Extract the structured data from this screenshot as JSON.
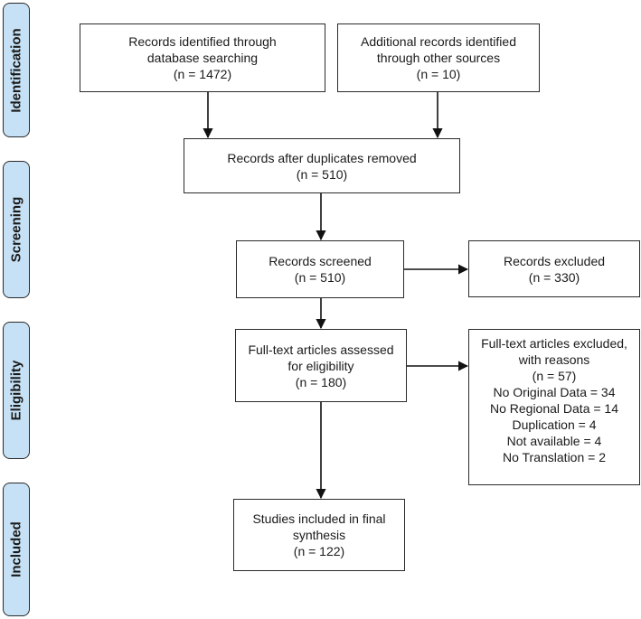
{
  "stages": {
    "identification": "Identification",
    "screening": "Screening",
    "eligibility": "Eligibility",
    "included": "Included"
  },
  "boxes": {
    "database": [
      "Records identified through",
      "database searching",
      "(n =  1472)"
    ],
    "additional": [
      "Additional records identified",
      "through other sources",
      "(n = 10)"
    ],
    "duplicates": [
      "Records after duplicates removed",
      "(n = 510)"
    ],
    "screened": [
      "Records screened",
      "(n = 510)"
    ],
    "excluded": [
      "Records excluded",
      "(n = 330)"
    ],
    "fulltext": [
      "Full-text articles assessed",
      "for eligibility",
      "(n = 180)"
    ],
    "fulltext_excluded": [
      "Full-text articles excluded,",
      "with reasons",
      "(n = 57)",
      "No Original Data = 34",
      "No Regional Data = 14",
      "Duplication = 4",
      "Not available = 4",
      "No Translation = 2"
    ],
    "included": [
      "Studies included in final",
      "synthesis",
      "(n = 122)"
    ]
  }
}
